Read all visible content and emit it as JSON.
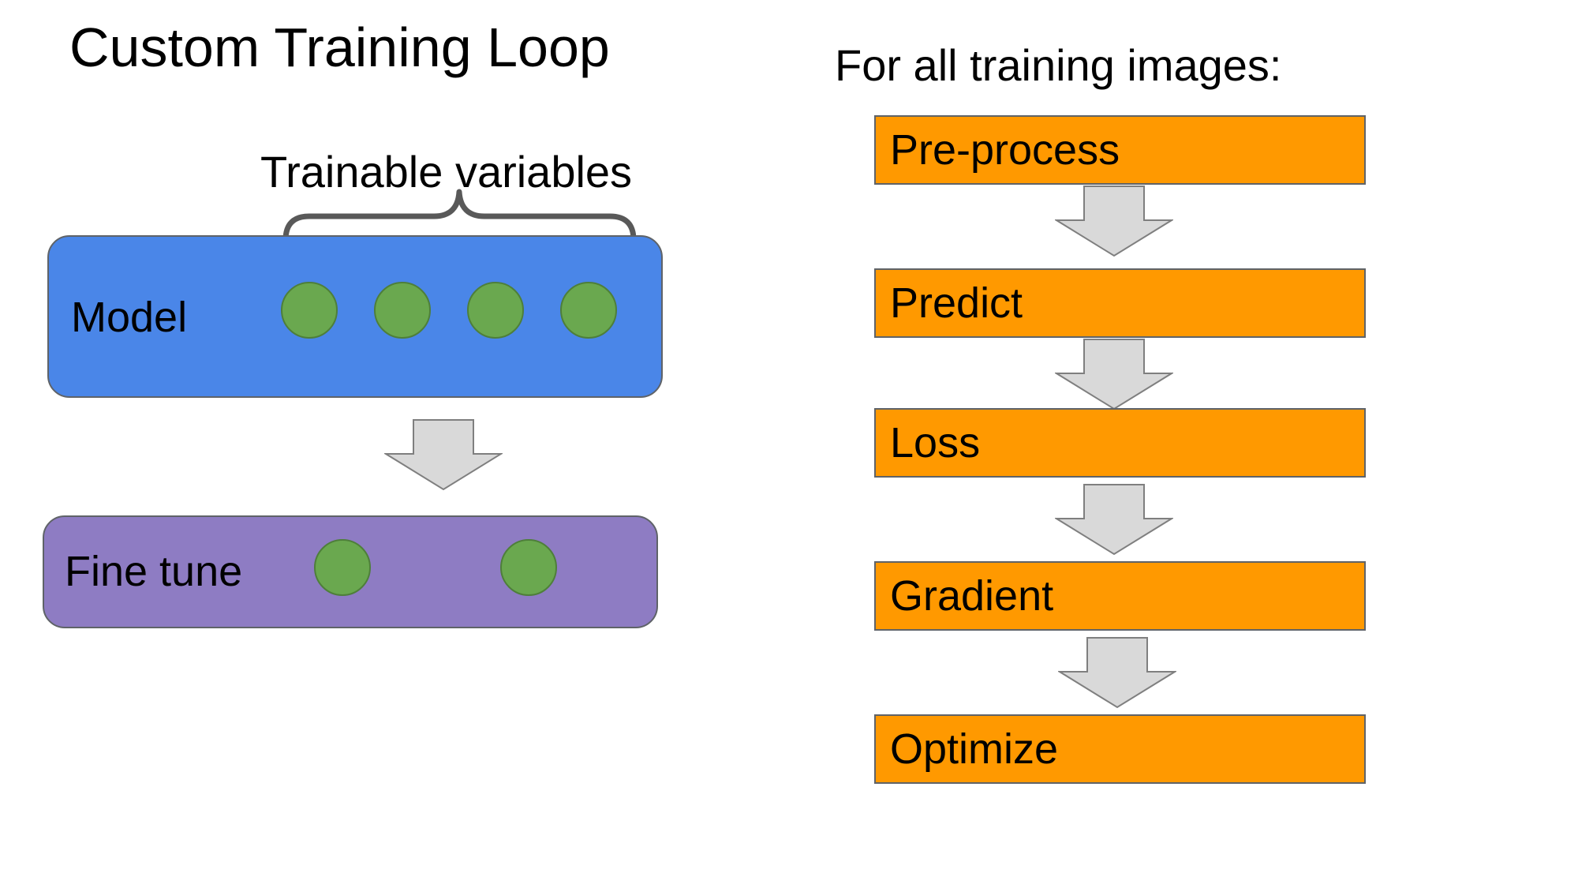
{
  "title": "Custom Training Loop",
  "left_diagram": {
    "brace_label": "Trainable variables",
    "model": {
      "label": "Model",
      "variable_count": 4
    },
    "fine_tune": {
      "label": "Fine tune",
      "variable_count": 2
    }
  },
  "right_diagram": {
    "heading": "For all training images:",
    "steps": [
      "Pre-process",
      "Predict",
      "Loss",
      "Gradient",
      "Optimize"
    ]
  },
  "colors": {
    "model_fill": "#4a86e8",
    "fine_tune_fill": "#8e7cc3",
    "variable_fill": "#6aa84f",
    "step_fill": "#ff9900",
    "arrow_fill": "#d9d9d9",
    "outline": "#5f6368"
  }
}
